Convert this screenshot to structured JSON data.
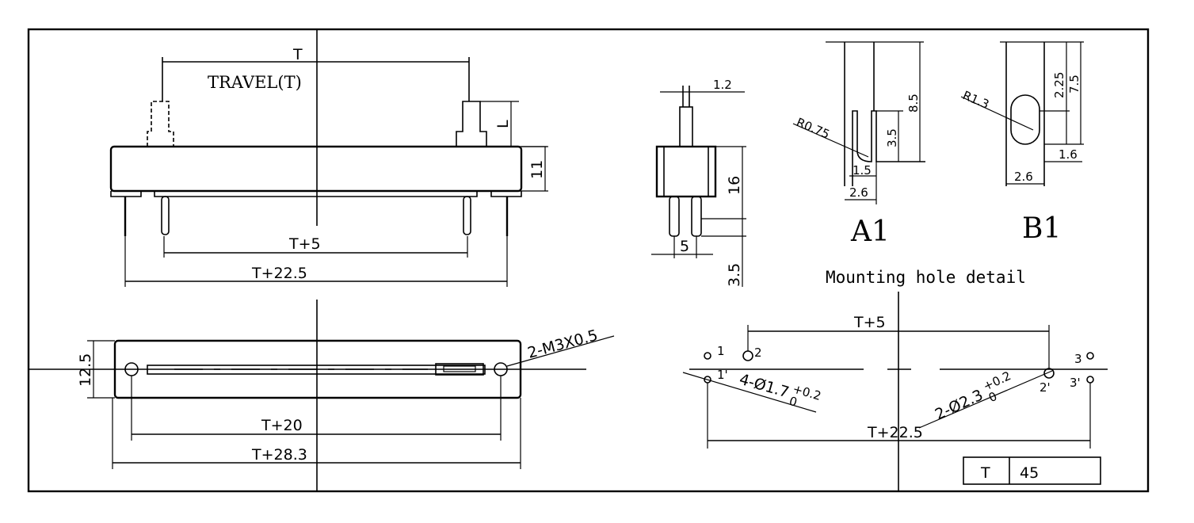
{
  "top_view": {
    "dim_t": "T",
    "travel": "TRAVEL(T)",
    "dim_t5": "T+5",
    "dim_t225": "T+22.5",
    "dim_11": "11",
    "dim_l": "L"
  },
  "side_view": {
    "dim_12": "1.2",
    "dim_16": "16",
    "dim_5": "5",
    "dim_35": "3.5"
  },
  "detail_a1": {
    "label": "A1",
    "r075": "R0.75",
    "d85": "8.5",
    "d35": "3.5",
    "d15": "1.5",
    "d26": "2.6"
  },
  "detail_b1": {
    "label": "B1",
    "r13": "R1.3",
    "d225": "2.25",
    "d75": "7.5",
    "d16": "1.6",
    "d26": "2.6"
  },
  "mounting_caption": "Mounting hole detail",
  "bottom_view": {
    "dim_125": "12.5",
    "m3": "2-M3X0.5",
    "dim_t20": "T+20",
    "dim_t283": "T+28.3"
  },
  "footprint": {
    "dim_t5": "T+5",
    "dim_t225": "T+22.5",
    "pin1": "1",
    "pin2": "2",
    "pin3": "3",
    "pin1p": "1'",
    "pin2p": "2'",
    "pin3p": "3'",
    "hole_small": "4-Ø1.7",
    "hole_small_tol": "+0.2",
    "hole_small_tol0": "0",
    "hole_large": "2-Ø2.3",
    "hole_large_tol": "+0.2",
    "hole_large_tol0": "0"
  },
  "spec_table": {
    "key": "T",
    "value": "45"
  }
}
